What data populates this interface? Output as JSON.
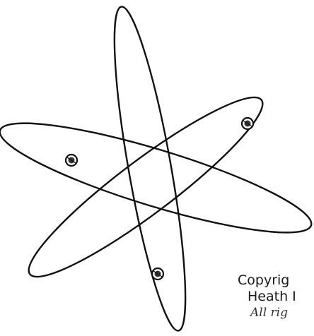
{
  "figure": {
    "subject": "atom-orbits",
    "stroke_color": "#111111",
    "background_color": "#ffffff",
    "orbit_count": 3,
    "electron_count": 3
  },
  "caption": {
    "line1": "Copyrig",
    "line2": "Heath I",
    "line3": "All rig"
  }
}
